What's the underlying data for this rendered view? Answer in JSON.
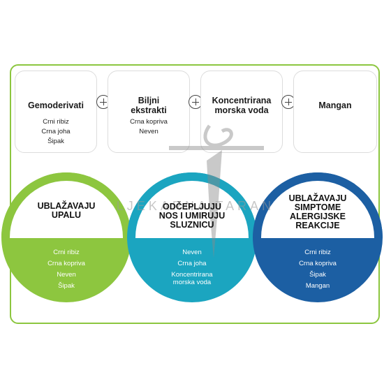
{
  "top_row": [
    {
      "title": "Gemoderivati",
      "items": [
        "Crni ribiz",
        "Crna joha",
        "Šipak"
      ]
    },
    {
      "title": "Biljni\nekstrakti",
      "items": [
        "Crna kopriva",
        "Neven"
      ]
    },
    {
      "title": "Koncentrirana\nmorska voda",
      "items": []
    },
    {
      "title": "Mangan",
      "items": []
    }
  ],
  "circles": [
    {
      "title": "UBLAŽAVAJU\nUPALU",
      "items": [
        "Crni ribiz",
        "Crna kopriva",
        "Neven",
        "Šipak"
      ],
      "color": "#8dc63f"
    },
    {
      "title": "ODČEPLJUJU\nNOS I UMIRUJU\nSLUZNICU",
      "items": [
        "Neven",
        "Crna joha",
        "Koncentrirana",
        "morska voda"
      ],
      "color": "#1ba5c0"
    },
    {
      "title": "UBLAŽAVAJU\nSIMPTOME\nALERGIJSKE\nREAKCIJE",
      "items": [
        "Crni ribiz",
        "Crna kopriva",
        "Šipak",
        "Mangan"
      ],
      "color": "#1c5fa3"
    }
  ],
  "watermark": "LJEKARNA TARAN",
  "colors": {
    "frame": "#8cc63f",
    "green": "#8dc63f",
    "teal": "#1ba5c0",
    "blue": "#1c5fa3"
  }
}
